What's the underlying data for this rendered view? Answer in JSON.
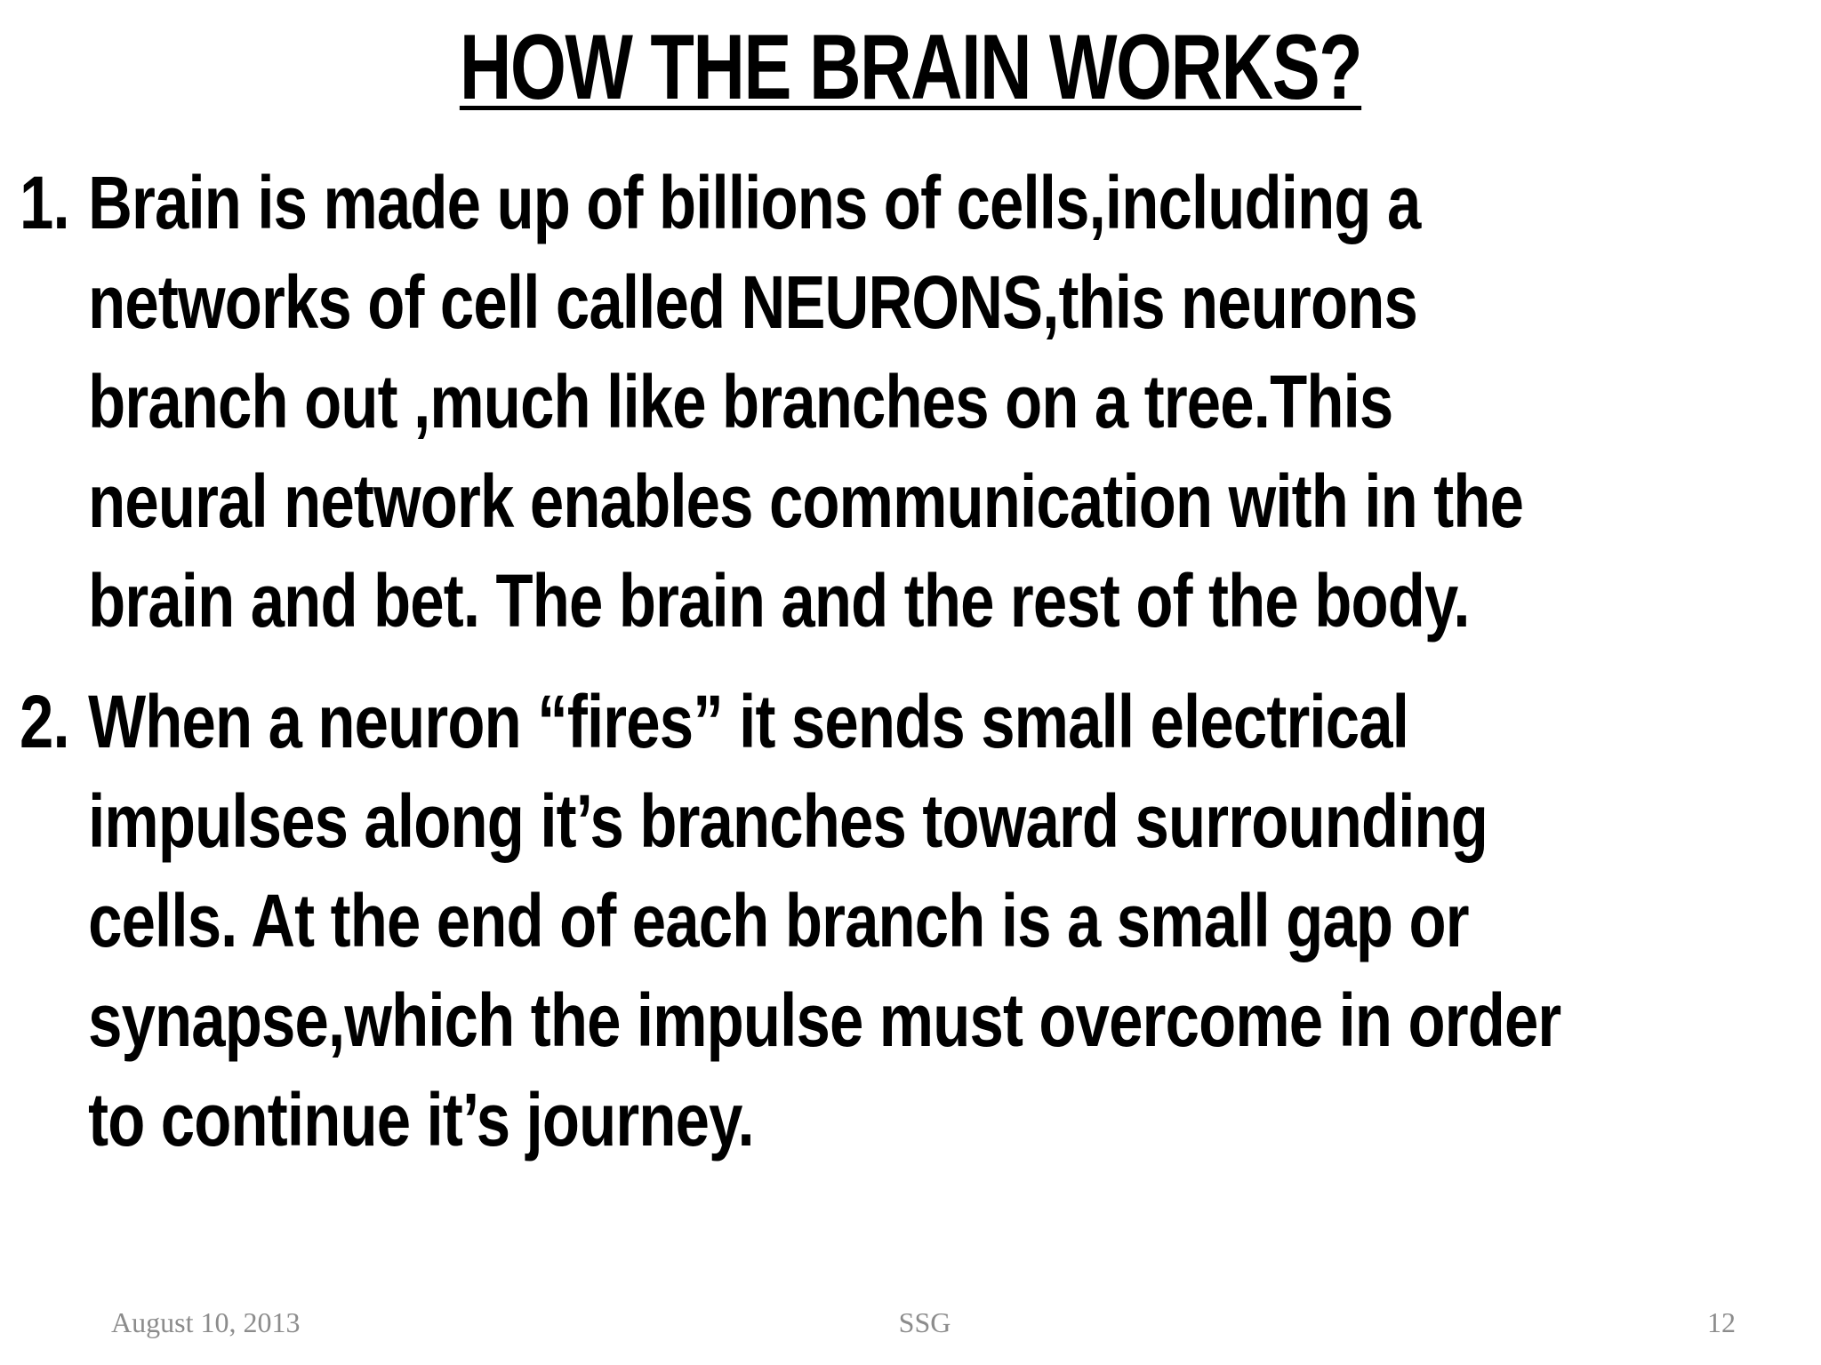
{
  "slide": {
    "title": "HOW THE BRAIN WORKS?",
    "items": [
      {
        "number": "1.",
        "lines": [
          "Brain is made up of billions of cells,including a",
          "networks of cell called NEURONS,this neurons",
          "branch out ,much like branches on a tree.This",
          "neural network enables communication with in the",
          "brain and bet. The brain and the rest of the body."
        ]
      },
      {
        "number": "2.",
        "lines": [
          "When a neuron “fires” it sends small electrical",
          "impulses along it’s branches toward surrounding",
          "cells. At the end of each branch is a small gap or",
          "synapse,which the impulse must overcome in order",
          "to continue it’s journey."
        ]
      }
    ],
    "footer": {
      "date": "August 10, 2013",
      "author": "SSG",
      "page_number": "12"
    }
  }
}
